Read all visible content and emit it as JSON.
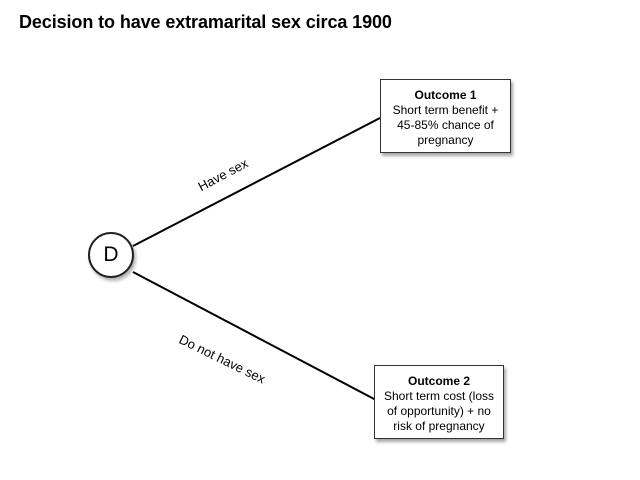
{
  "title": "Decision to have extramarital sex circa 1900",
  "decision_node": {
    "label": "D"
  },
  "branches": [
    {
      "label": "Have sex",
      "outcome": {
        "title": "Outcome 1",
        "lines": [
          "Short term benefit +",
          "45-85% chance of",
          "pregnancy"
        ]
      }
    },
    {
      "label": "Do not have sex",
      "outcome": {
        "title": "Outcome 2",
        "lines": [
          "Short term cost (loss",
          "of opportunity) + no",
          "risk of pregnancy"
        ]
      }
    }
  ],
  "colors": {
    "line": "#000000",
    "box_border": "#333333"
  }
}
